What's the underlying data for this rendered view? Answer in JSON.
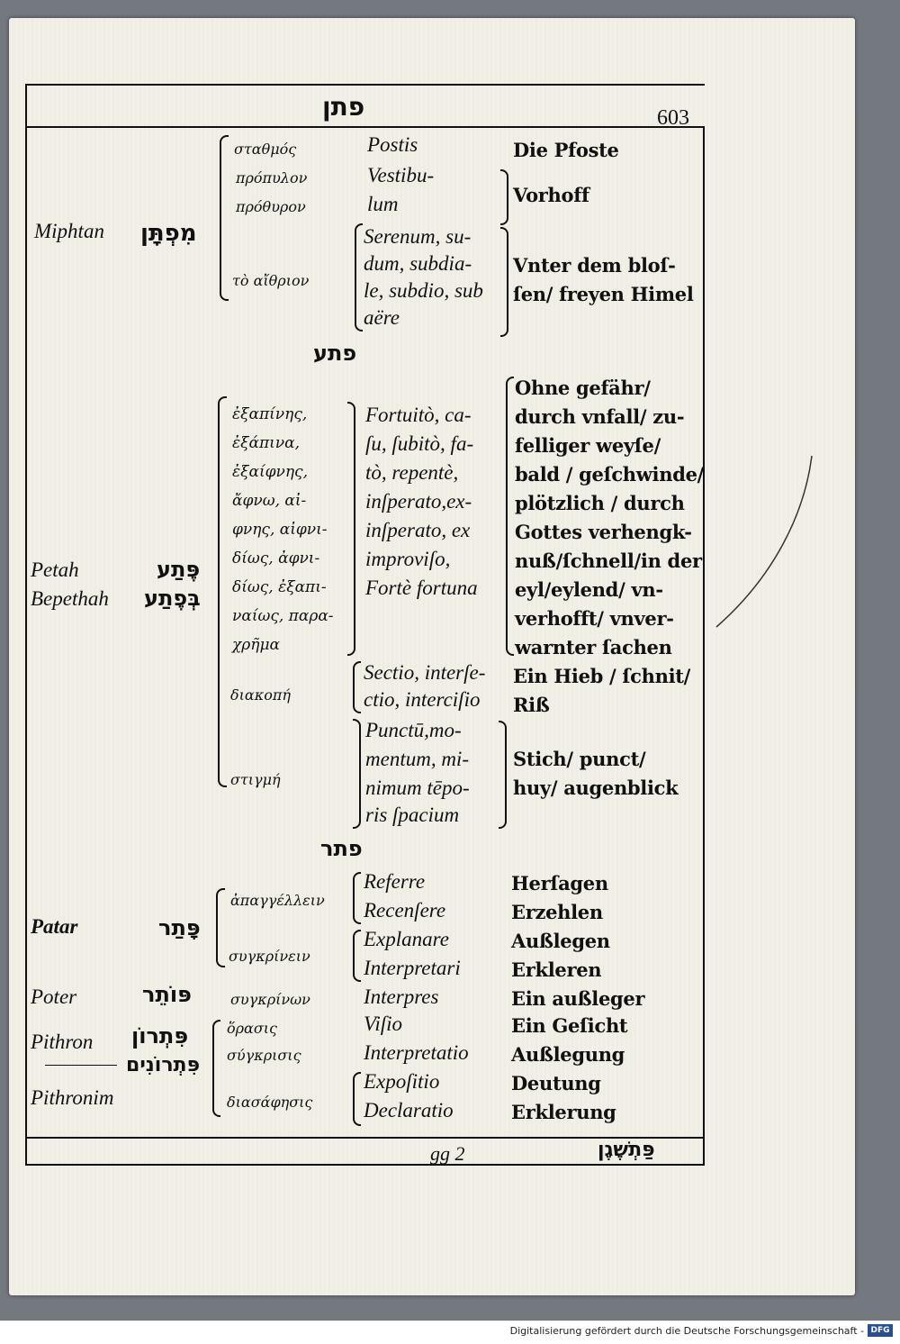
{
  "header": {
    "hebrew_heading": "פתן",
    "page_number": "603"
  },
  "section1": {
    "heading": "",
    "latin_entry": "Miphtan",
    "hebrew_entry": "מִפְתָּן",
    "greek": [
      "σταθμός",
      "πρόπυλον",
      "πρόθυρον",
      "τὸ αἴθριον"
    ],
    "latin": [
      "Postis",
      "Vestibu-",
      "lum",
      "Serenum, su-",
      "dum, subdia-",
      "le, subdio, sub",
      "aëre"
    ],
    "german": [
      "Die Pfoste",
      "Vorhoff",
      "Vnter dem bloſ-",
      "ſen/ freyen Himel"
    ]
  },
  "section2": {
    "heading": "פתע",
    "latin_entries": [
      "Petah",
      "Bepethah"
    ],
    "hebrew_entries": [
      "פֶּתַע",
      "בְּפֶתַע"
    ],
    "greek": [
      "ἐξαπίνης,",
      "ἐξάπινα,",
      "ἐξαίφνης,",
      "ἄφνω, αἰ-",
      "φνης, αἰφνι-",
      "δίως, ἀφνι-",
      "δίως, ἐξαπι-",
      "ναίως, παρα-",
      "χρῆμα",
      "διακοπή",
      "στιγμή"
    ],
    "latin": [
      "Fortuitò, ca-",
      "ſu, ſubitò, fa-",
      "tò, repentè,",
      "inſperato,ex-",
      "inſperato, ex",
      "improviſo,",
      "Fortè fortuna",
      "Sectio, interſe-",
      "ctio, interciſio",
      "Punctū,mo-",
      "mentum, mi-",
      "nimum tēpo-",
      "ris ſpacium"
    ],
    "german": [
      "Ohne gefähr/",
      "durch vnfall/ zu-",
      "felliger weyſe/",
      "bald / geſchwinde/",
      "plötzlich / durch",
      "Gottes verhengk-",
      "nuß/ſchnell/in der",
      "eyl/eylend/ vn-",
      "verhofft/ vnver-",
      "warnter ſachen",
      "Ein Hieb / ſchnit/",
      "Riß",
      "Stich/ punct/",
      "huy/ augenblick"
    ]
  },
  "section3": {
    "heading": "פתר",
    "latin_entries": [
      "Patar",
      "Poter",
      "Pithron",
      "Pithronim"
    ],
    "hebrew_entries": [
      "פָּתַר",
      "פּוֹתֵר",
      "פִּתְרוֹן",
      "פִּתְרוֹנִים"
    ],
    "greek": [
      "ἀπαγγέλλειν",
      "συγκρίνειν",
      "συγκρίνων",
      "ὅρασις",
      "σύγκρισις",
      "διασάφησις"
    ],
    "latin": [
      "Referre",
      "Recenſere",
      "Explanare",
      "Interpretari",
      "Interpres",
      "Viſio",
      "Interpretatio",
      "Expoſitio",
      "Declaratio"
    ],
    "german": [
      "Herſagen",
      "Erzehlen",
      "Außlegen",
      "Erkleren",
      "Ein außleger",
      "Ein Geſicht",
      "Außlegung",
      "Deutung",
      "Erklerung"
    ]
  },
  "footer": {
    "signature": "gg 2",
    "catchword": "פַּתְשֶׁגֶן"
  },
  "scan_footer": {
    "credit": "Digitalisierung gefördert durch die Deutsche Forschungsgemeinschaft -",
    "logo": "DFG"
  }
}
